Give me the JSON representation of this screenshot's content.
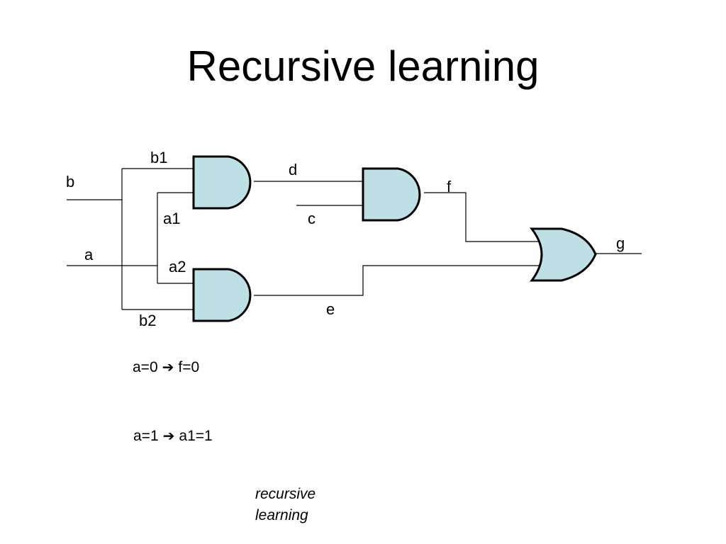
{
  "title": "Recursive learning",
  "signal_labels": {
    "b": "b",
    "a": "a",
    "b1": "b1",
    "b2": "b2",
    "a1": "a1",
    "a2": "a2",
    "c": "c",
    "d": "d",
    "e": "e",
    "f": "f",
    "g": "g"
  },
  "implications": [
    {
      "lhs": "a=0",
      "rhs": "f=0"
    },
    {
      "lhs": "a=1",
      "rhs": "a1=1"
    }
  ],
  "arrow_icon": "right-arrow-icon",
  "note": "recursive learning",
  "colors": {
    "gate_fill": "#bde0e4",
    "stroke": "#000000"
  }
}
